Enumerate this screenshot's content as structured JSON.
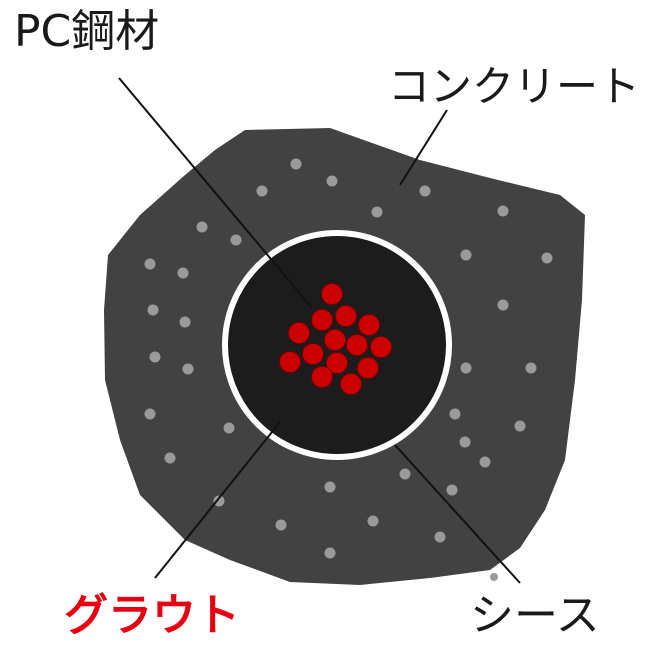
{
  "labels": {
    "pc_steel": "PC鋼材",
    "concrete": "コンクリート",
    "grout": "グラウト",
    "sheath": "シース"
  },
  "colors": {
    "concrete_body": "#424242",
    "aggregate_dots": "#9a9a9a",
    "sheath_ring": "#ffffff",
    "grout_fill": "#1c1c1c",
    "strand_fill": "#cc0000",
    "strand_outline": "#7a0000",
    "leader_lines": "#111111",
    "grout_label": "#e60012"
  },
  "icons": {
    "strand": "red-circle-strand",
    "aggregate": "gray-dot"
  }
}
